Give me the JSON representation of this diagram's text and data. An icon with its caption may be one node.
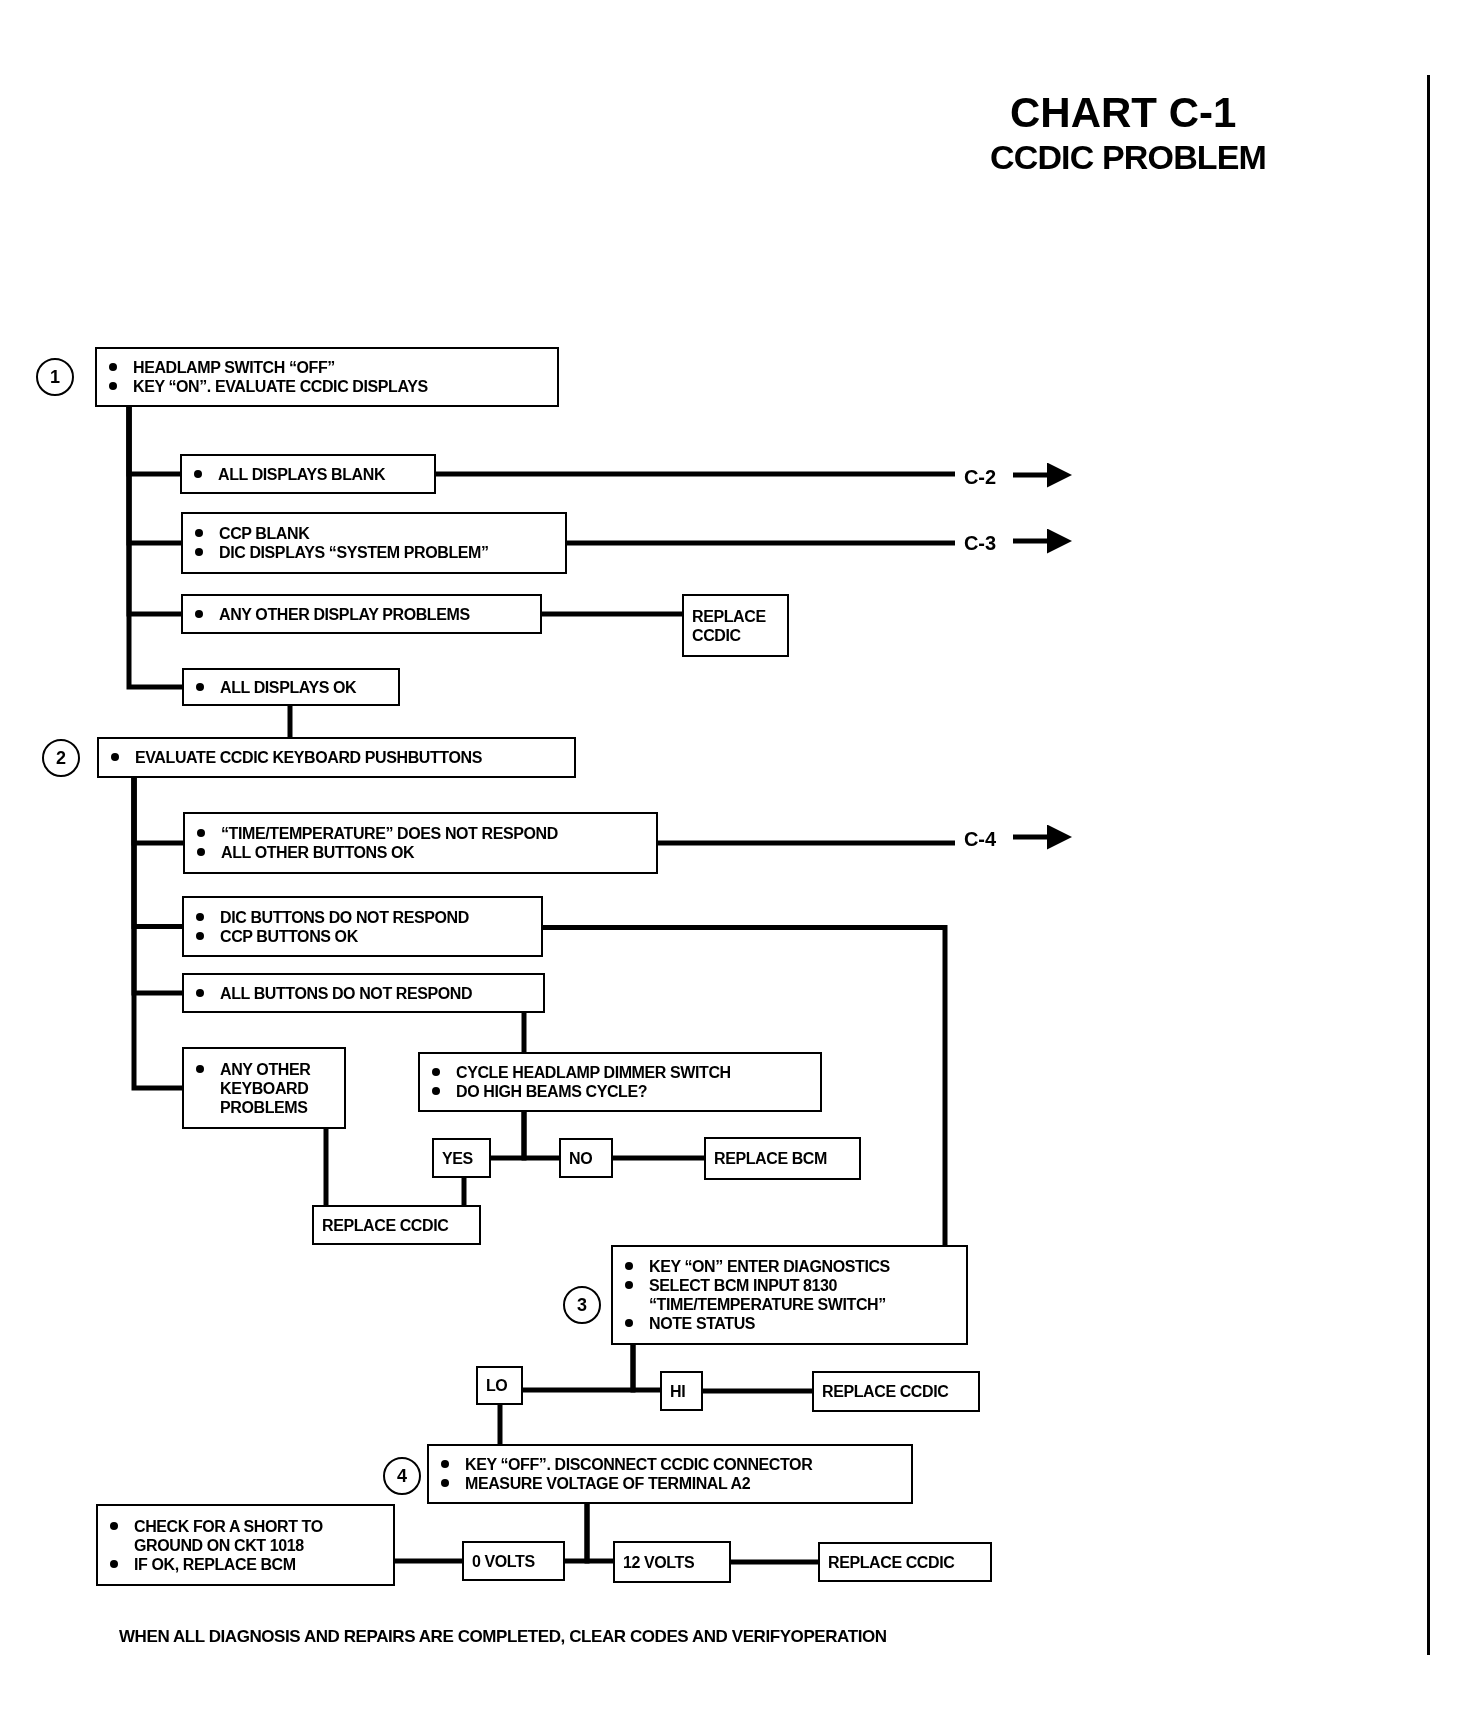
{
  "diagram": {
    "title": "CHART C-1",
    "caption": "WHEN ALL DIAGNOSIS AND REPAIRS ARE COMPLETED, CLEAR CODES AND VERIFYOPERATION",
    "labels": [
      "CCDIC PROBLEM"
    ],
    "nodes": [
      {
        "text": [
          "1"
        ]
      },
      {
        "text": [
          "HEADLAMP SWITCH “OFF”",
          "KEY “ON”. EVALUATE CCDIC DISPLAYS"
        ]
      },
      {
        "text": [
          "ALL DISPLAYS BLANK"
        ]
      },
      {
        "text": [
          "C-2"
        ]
      },
      {
        "text": [
          "CCP BLANK",
          "DIC DISPLAYS “SYSTEM PROBLEM”"
        ]
      },
      {
        "text": [
          "C-3"
        ]
      },
      {
        "text": [
          "ANY OTHER DISPLAY PROBLEMS"
        ]
      },
      {
        "text": [
          "REPLACE CCDIC"
        ]
      },
      {
        "text": [
          "ALL DISPLAYS OK"
        ]
      },
      {
        "text": [
          "2"
        ]
      },
      {
        "text": [
          "EVALUATE CCDIC KEYBOARD PUSHBUTTONS"
        ]
      },
      {
        "text": [
          "“TIME/TEMPERATURE” DOES NOT RESPOND",
          "ALL OTHER BUTTONS OK"
        ]
      },
      {
        "text": [
          "C-4"
        ]
      },
      {
        "text": [
          "DIC BUTTONS DO NOT RESPOND",
          "CCP BUTTONS OK"
        ]
      },
      {
        "text": [
          "ALL BUTTONS DO NOT RESPOND"
        ]
      },
      {
        "text": [
          "ANY OTHER KEYBOARD PROBLEMS"
        ]
      },
      {
        "text": [
          "CYCLE HEADLAMP DIMMER SWITCH",
          "DO HIGH BEAMS CYCLE?"
        ]
      },
      {
        "text": [
          "YES"
        ]
      },
      {
        "text": [
          "NO"
        ]
      },
      {
        "text": [
          "REPLACE BCM"
        ]
      },
      {
        "text": [
          "REPLACE CCDIC"
        ]
      },
      {
        "text": [
          "KEY “ON” ENTER DIAGNOSTICS",
          "SELECT BCM INPUT 8130 “TIME/TEMPERATURE SWITCH”",
          "NOTE STATUS"
        ]
      },
      {
        "text": [
          "3"
        ]
      },
      {
        "text": [
          "LO"
        ]
      },
      {
        "text": [
          "HI"
        ]
      },
      {
        "text": [
          "REPLACE CCDIC"
        ]
      },
      {
        "text": [
          "4"
        ]
      },
      {
        "text": [
          "KEY “OFF”. DISCONNECT CCDIC CONNECTOR",
          "MEASURE VOLTAGE OF TERMINAL A2"
        ]
      },
      {
        "text": [
          "CHECK FOR A SHORT TO GROUND ON CKT 1018",
          "IF OK, REPLACE BCM"
        ]
      },
      {
        "text": [
          "0 VOLTS"
        ]
      },
      {
        "text": [
          "12 VOLTS"
        ]
      },
      {
        "text": [
          "REPLACE CCDIC"
        ]
      }
    ],
    "edges": [
      {
        "from": 1,
        "to": 2,
        "arrow": "none"
      },
      {
        "from": 1,
        "to": 4,
        "arrow": "none"
      },
      {
        "from": 1,
        "to": 6,
        "arrow": "none"
      },
      {
        "from": 1,
        "to": 8,
        "arrow": "none"
      },
      {
        "from": 2,
        "to": 3,
        "arrow": "none"
      },
      {
        "from": 3,
        "to": null,
        "arrow": "to"
      },
      {
        "from": 4,
        "to": 5,
        "arrow": "none"
      },
      {
        "from": 5,
        "to": null,
        "arrow": "to"
      },
      {
        "from": 6,
        "to": 7,
        "arrow": "none"
      },
      {
        "from": 8,
        "to": 10,
        "arrow": "none"
      },
      {
        "from": 10,
        "to": 11,
        "arrow": "none"
      },
      {
        "from": 10,
        "to": 13,
        "arrow": "none"
      },
      {
        "from": 10,
        "to": 14,
        "arrow": "none"
      },
      {
        "from": 10,
        "to": 15,
        "arrow": "none"
      },
      {
        "from": 11,
        "to": 12,
        "arrow": "none"
      },
      {
        "from": 12,
        "to": null,
        "arrow": "to"
      },
      {
        "from": 13,
        "to": 21,
        "arrow": "none"
      },
      {
        "from": 14,
        "to": 16,
        "arrow": "none"
      },
      {
        "from": 16,
        "to": 17,
        "arrow": "none"
      },
      {
        "from": 16,
        "to": 18,
        "arrow": "none"
      },
      {
        "from": 18,
        "to": 19,
        "arrow": "none"
      },
      {
        "from": 17,
        "to": 20,
        "arrow": "none"
      },
      {
        "from": 15,
        "to": 20,
        "arrow": "none"
      },
      {
        "from": 21,
        "to": 23,
        "arrow": "none"
      },
      {
        "from": 21,
        "to": 24,
        "arrow": "none"
      },
      {
        "from": 24,
        "to": 25,
        "arrow": "none"
      },
      {
        "from": 23,
        "to": 27,
        "arrow": "none"
      },
      {
        "from": 27,
        "to": 29,
        "arrow": "none"
      },
      {
        "from": 27,
        "to": 30,
        "arrow": "none"
      },
      {
        "from": 29,
        "to": 28,
        "arrow": "none"
      },
      {
        "from": 30,
        "to": 31,
        "arrow": "none"
      }
    ]
  }
}
